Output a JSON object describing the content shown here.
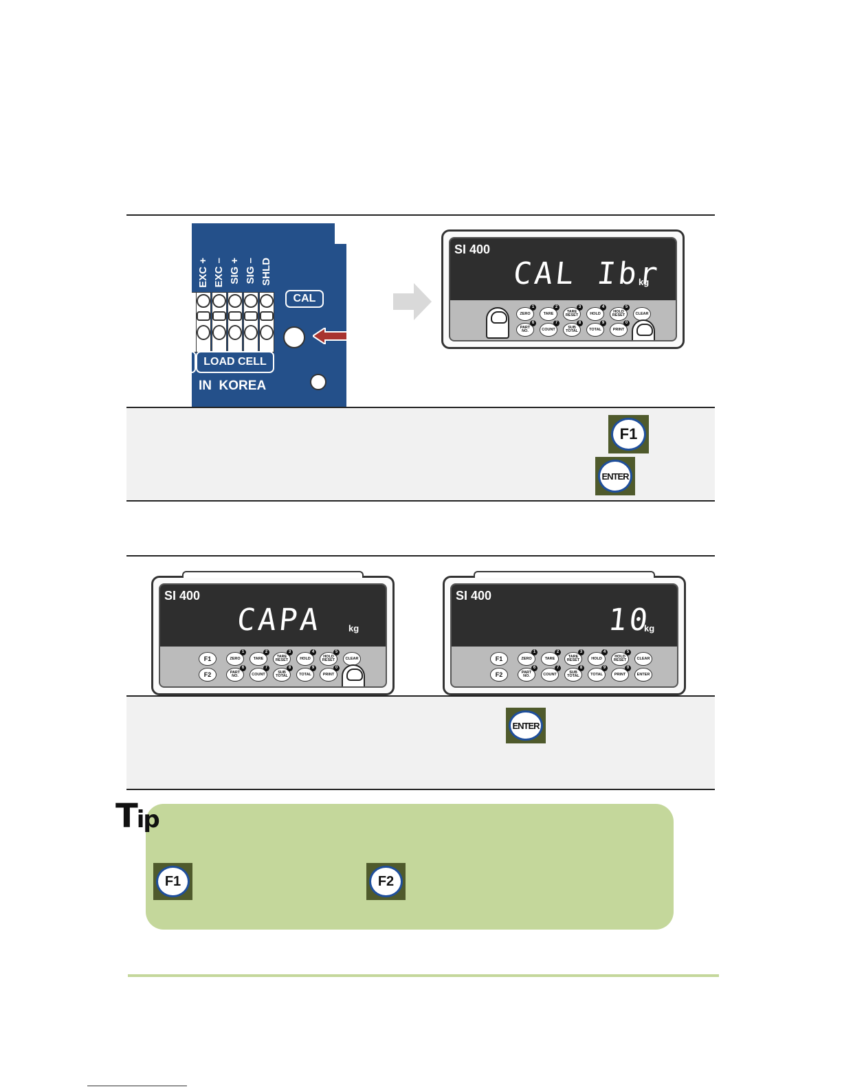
{
  "terminal_panel": {
    "terminal_labels": [
      "EXC +",
      "EXC –",
      "SIG +",
      "SIG –",
      "SHLD"
    ],
    "cal_label": "CAL",
    "load_cell_label": "LOAD CELL",
    "made_in": "IN  KOREA"
  },
  "indicator_brand": "SI 400",
  "keypad": {
    "row1": [
      {
        "label": "ZERO",
        "num": "1"
      },
      {
        "label": "TARE",
        "num": "2"
      },
      {
        "label": "TARE RESET",
        "num": "3"
      },
      {
        "label": "HOLD",
        "num": "4"
      },
      {
        "label": "HOLD RESET",
        "num": "5"
      },
      {
        "label": "CLEAR",
        "num": ""
      }
    ],
    "row2": [
      {
        "label": "PART NO.",
        "num": "6"
      },
      {
        "label": "COUNT",
        "num": "7"
      },
      {
        "label": "SUB TOTAL",
        "num": "8"
      },
      {
        "label": "TOTAL",
        "num": "9"
      },
      {
        "label": "PRINT",
        "num": "0"
      },
      {
        "label": "ENTER",
        "num": ""
      }
    ],
    "f1": "F1",
    "f2": "F2"
  },
  "displays": {
    "top_right": {
      "text": "CAL Ibr",
      "unit": "kg"
    },
    "bottom_left": {
      "text": "CAPA",
      "unit": "kg"
    },
    "bottom_right": {
      "text": "10",
      "unit": "kg"
    }
  },
  "key_icons": {
    "f1": "F1",
    "f2": "F2",
    "enter": "ENTER"
  },
  "tip": {
    "title_big": "T",
    "title_small": "ip"
  },
  "colors": {
    "panel_blue": "#24508a",
    "tip_green": "#c4d79b",
    "footer_line": "#c4d79b",
    "key_bg": "#4f5a2c",
    "arrow_red": "#a8332f"
  }
}
